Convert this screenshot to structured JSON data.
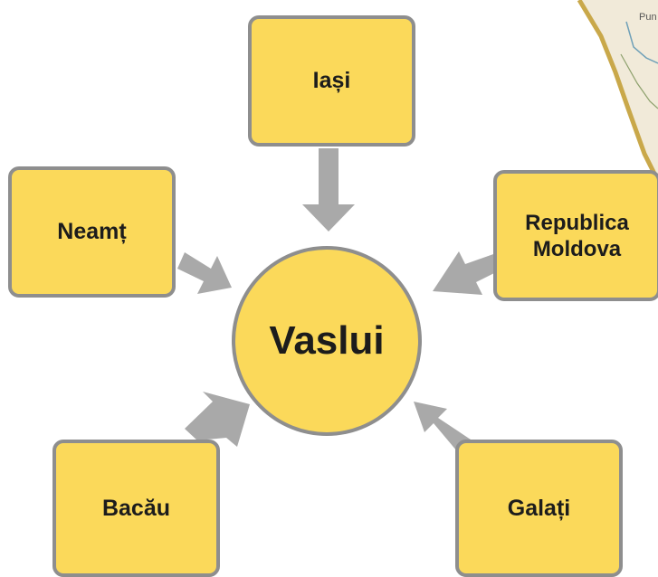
{
  "diagram": {
    "center": {
      "label": "Vaslui"
    },
    "nodes": [
      {
        "id": "iasi",
        "label": "Iași"
      },
      {
        "id": "neamt",
        "label": "Neamț"
      },
      {
        "id": "republica-moldova",
        "label_line1": "Republica",
        "label_line2": "Moldova"
      },
      {
        "id": "bacau",
        "label": "Bacău"
      },
      {
        "id": "galati",
        "label": "Galați"
      }
    ],
    "map_fragment": {
      "label": "Pun"
    },
    "colors": {
      "box_fill": "#fbd95a",
      "border": "#8e8e8e",
      "arrow": "#a9a9a9",
      "text": "#1c1c1c"
    }
  }
}
